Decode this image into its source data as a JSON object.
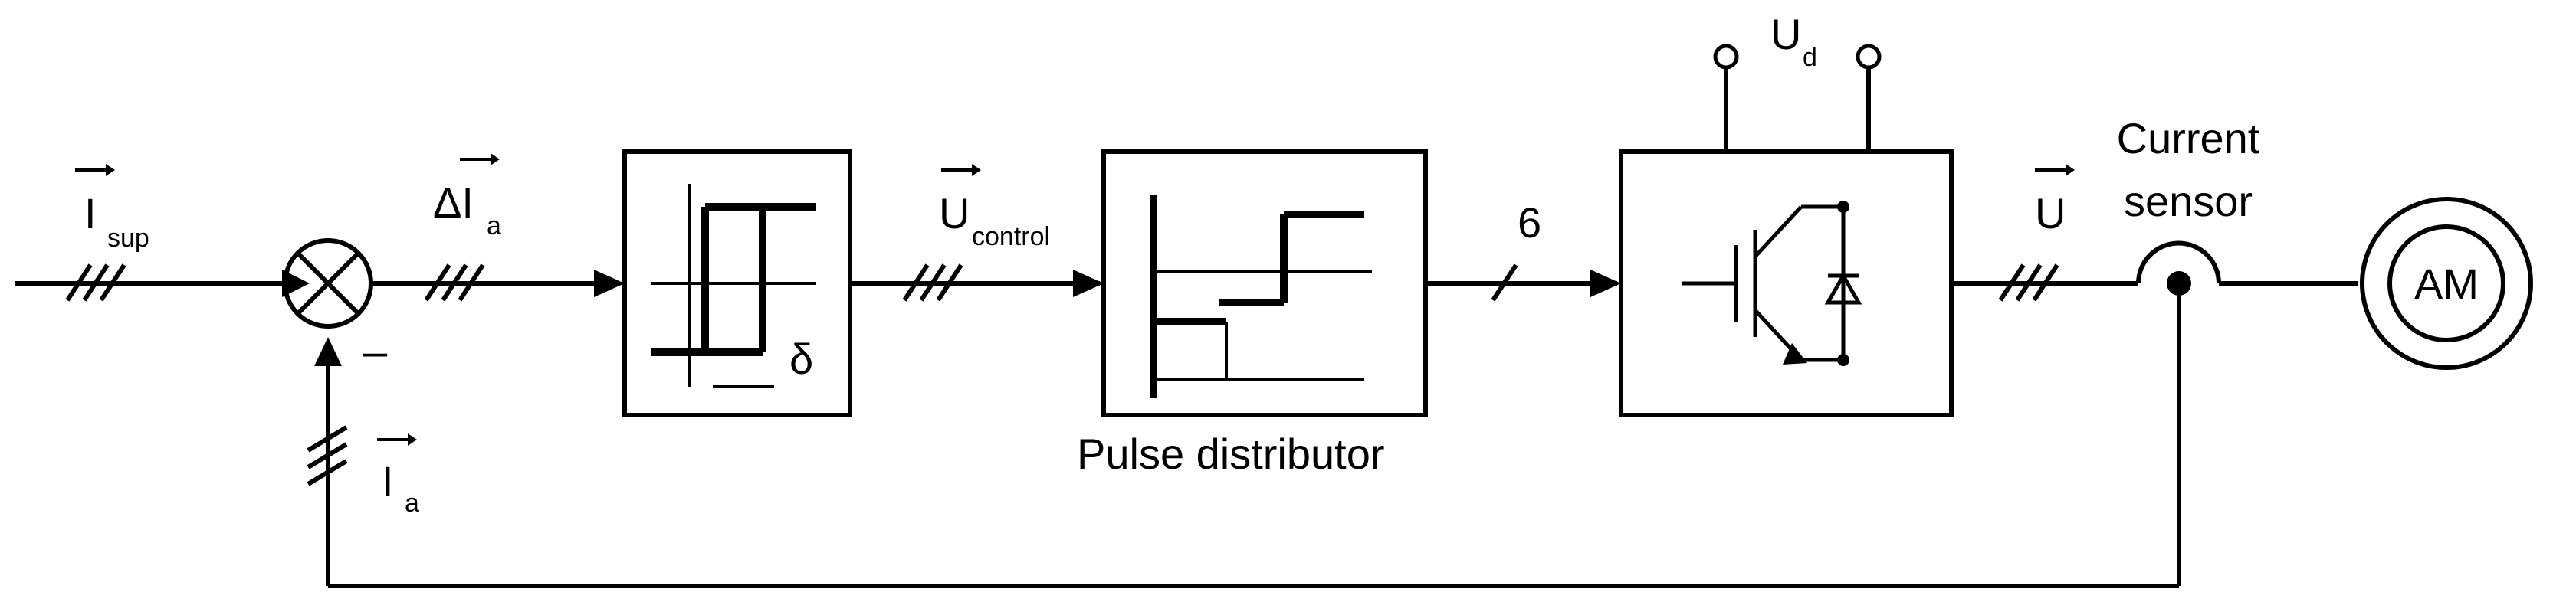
{
  "labels": {
    "i_sup": "I",
    "i_sup_sub": "sup",
    "delta_i": "ΔI",
    "delta_i_sub": "a",
    "u_control": "U",
    "u_control_sub": "control",
    "six": "6",
    "u_d": "U",
    "u_d_sub": "d",
    "u_out": "U",
    "current_sensor_line1": "Current",
    "current_sensor_line2": "sensor",
    "am": "AM",
    "i_a": "I",
    "i_a_sub": "a",
    "minus": "–",
    "delta": "δ",
    "pulse_distributor": "Pulse distributor"
  }
}
